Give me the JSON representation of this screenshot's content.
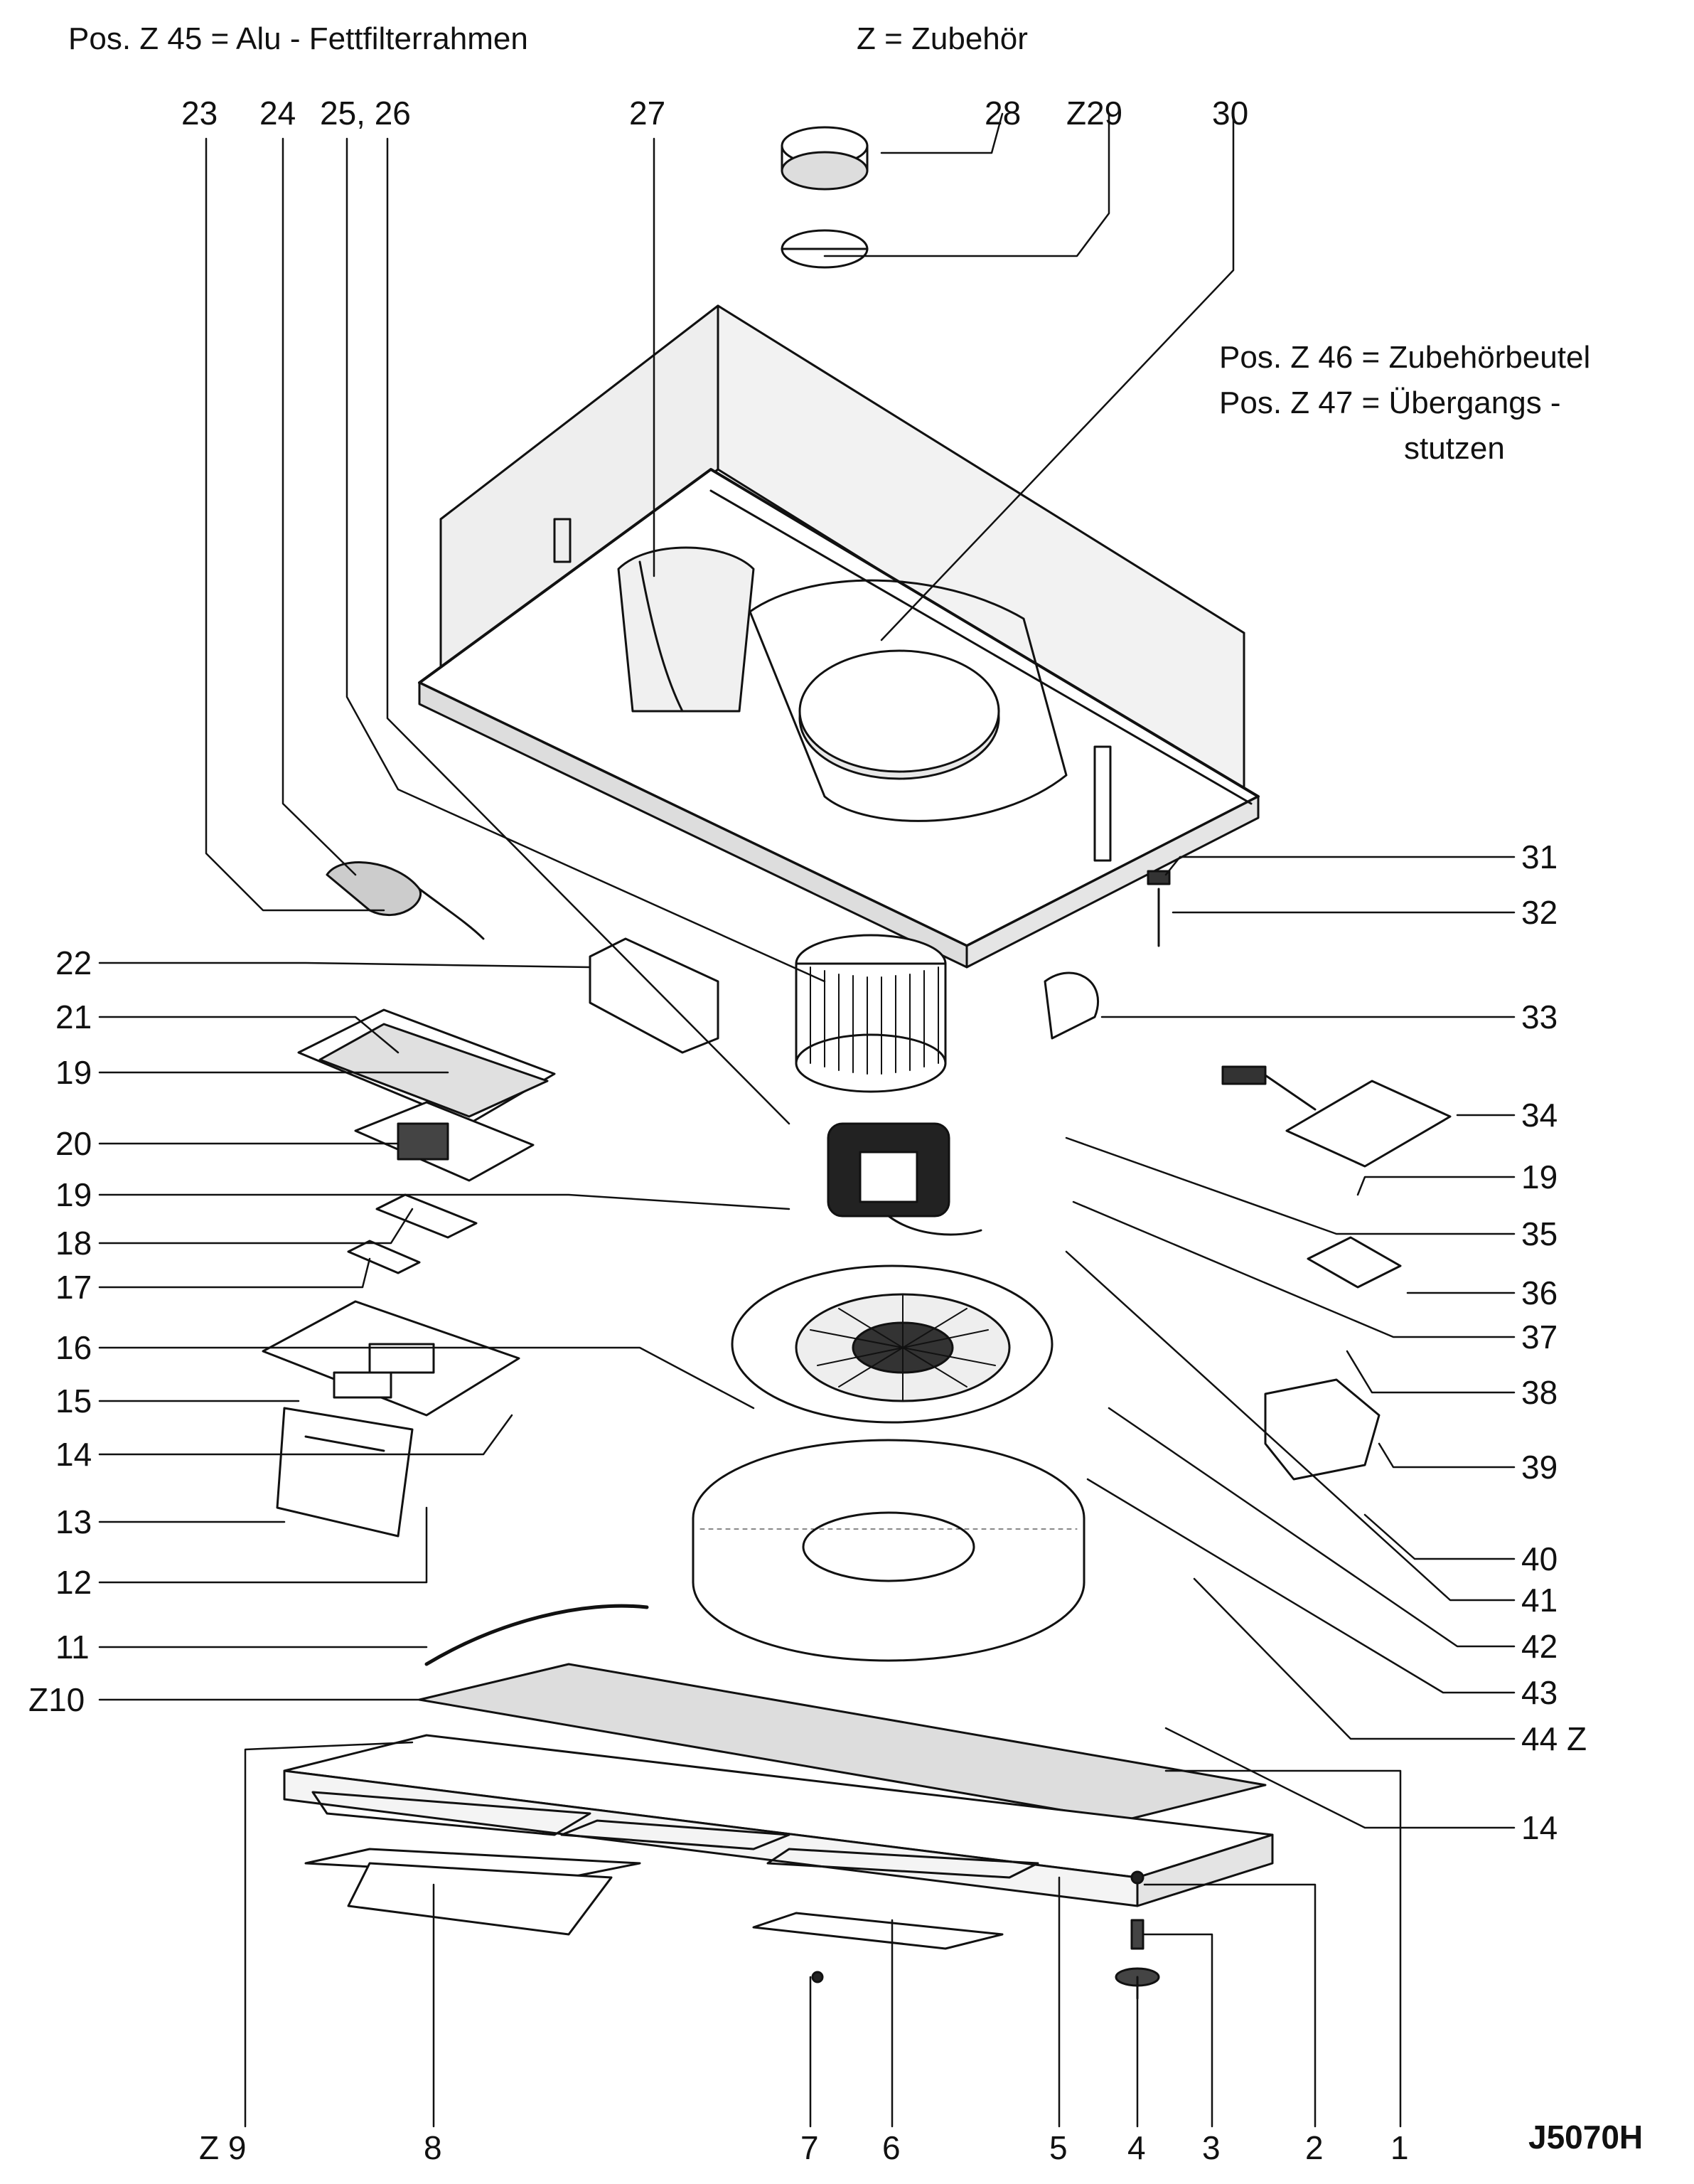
{
  "header": {
    "note_z45": "Pos.  Z 45 = Alu - Fettfilterrahmen",
    "note_z": "Z = Zubehör"
  },
  "side_notes": {
    "z46": "Pos. Z 46 = Zubehörbeutel",
    "z47": "Pos. Z 47 = Übergangs -",
    "z47_cont": "stutzen"
  },
  "drawing_code": "J5070H",
  "top_labels": [
    "23",
    "24",
    "25, 26",
    "27",
    "28",
    "Z29",
    "30"
  ],
  "left_labels": [
    "22",
    "21",
    "19",
    "20",
    "19",
    "18",
    "17",
    "16",
    "15",
    "14",
    "13",
    "12",
    "11",
    "Z10"
  ],
  "right_labels": [
    "31",
    "32",
    "33",
    "34",
    "19",
    "35",
    "36",
    "37",
    "38",
    "39",
    "40",
    "41",
    "42",
    "43",
    "44 Z",
    "14"
  ],
  "bottom_labels": [
    "Z 9",
    "8",
    "7",
    "6",
    "5",
    "4",
    "3",
    "2",
    "1"
  ],
  "colors": {
    "ink": "#111111",
    "paper": "#ffffff",
    "shade": "#cfcfcf"
  }
}
